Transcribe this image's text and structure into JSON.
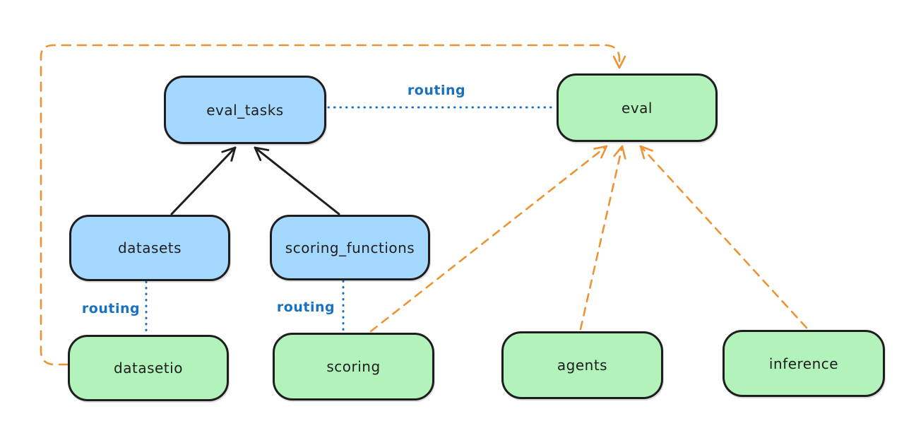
{
  "diagram": {
    "kind": "architecture-diagram",
    "colors": {
      "api_fill": "#a5d8ff",
      "provider_fill": "#b2f2bb",
      "stroke": "#1e1e1e",
      "routing": "#1971c2",
      "dependency": "#ec9434"
    },
    "nodes": [
      {
        "id": "eval_tasks",
        "label": "eval_tasks",
        "type": "api"
      },
      {
        "id": "eval",
        "label": "eval",
        "type": "provider"
      },
      {
        "id": "datasets",
        "label": "datasets",
        "type": "api"
      },
      {
        "id": "scoring_functions",
        "label": "scoring_functions",
        "type": "api"
      },
      {
        "id": "datasetio",
        "label": "datasetio",
        "type": "provider"
      },
      {
        "id": "scoring",
        "label": "scoring",
        "type": "provider"
      },
      {
        "id": "agents",
        "label": "agents",
        "type": "provider"
      },
      {
        "id": "inference",
        "label": "inference",
        "type": "provider"
      }
    ],
    "edges": [
      {
        "from": "datasets",
        "to": "eval_tasks",
        "style": "solid-black-arrow",
        "label": ""
      },
      {
        "from": "scoring_functions",
        "to": "eval_tasks",
        "style": "solid-black-arrow",
        "label": ""
      },
      {
        "from": "eval_tasks",
        "to": "eval",
        "style": "dotted-blue",
        "label": "routing"
      },
      {
        "from": "datasets",
        "to": "datasetio",
        "style": "dotted-blue",
        "label": "routing"
      },
      {
        "from": "scoring_functions",
        "to": "scoring",
        "style": "dotted-blue",
        "label": "routing"
      },
      {
        "from": "datasetio",
        "to": "eval",
        "style": "dashed-orange-arrow",
        "label": ""
      },
      {
        "from": "scoring",
        "to": "eval",
        "style": "dashed-orange-arrow",
        "label": ""
      },
      {
        "from": "agents",
        "to": "eval",
        "style": "dashed-orange-arrow",
        "label": ""
      },
      {
        "from": "inference",
        "to": "eval",
        "style": "dashed-orange-arrow",
        "label": ""
      }
    ]
  }
}
